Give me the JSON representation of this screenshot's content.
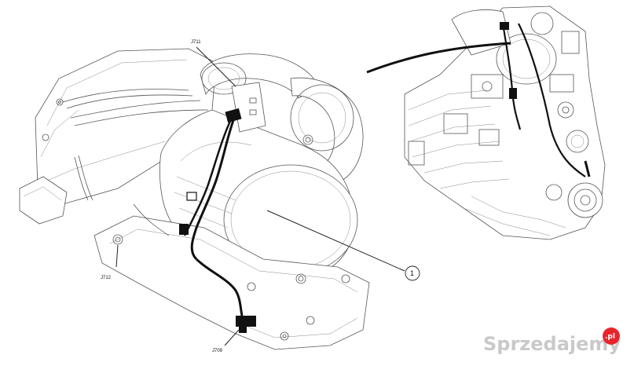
{
  "labels": {
    "j711": "J711",
    "j712": "J712",
    "j709": "J709",
    "callout_1": "1"
  },
  "watermark": {
    "text": "Sprzedajemy",
    "tld": ".pl",
    "tld_color": "#e8242b",
    "text_color": "#c9c9c9"
  },
  "colors": {
    "harness": "#111111",
    "line_art": "#555555",
    "background": "#ffffff"
  }
}
